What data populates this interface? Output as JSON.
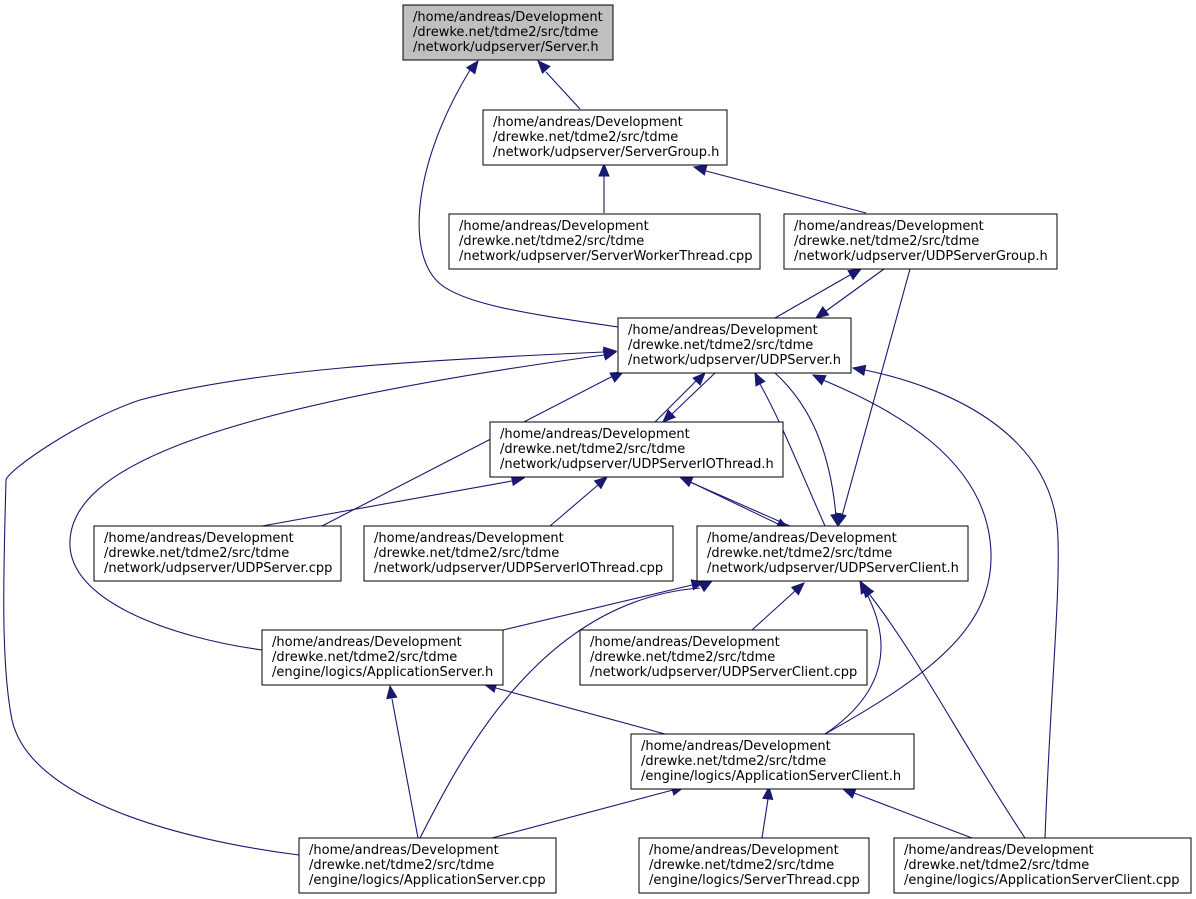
{
  "nodes": [
    {
      "id": "server_h",
      "current": true,
      "lines": [
        "/home/andreas/Development",
        "/drewke.net/tdme2/src/tdme",
        "/network/udpserver/Server.h"
      ]
    },
    {
      "id": "servergroup_h",
      "lines": [
        "/home/andreas/Development",
        "/drewke.net/tdme2/src/tdme",
        "/network/udpserver/ServerGroup.h"
      ]
    },
    {
      "id": "serverworkerthread_cpp",
      "lines": [
        "/home/andreas/Development",
        "/drewke.net/tdme2/src/tdme",
        "/network/udpserver/ServerWorkerThread.cpp"
      ]
    },
    {
      "id": "udpservergroup_h",
      "lines": [
        "/home/andreas/Development",
        "/drewke.net/tdme2/src/tdme",
        "/network/udpserver/UDPServerGroup.h"
      ]
    },
    {
      "id": "udpserver_h",
      "lines": [
        "/home/andreas/Development",
        "/drewke.net/tdme2/src/tdme",
        "/network/udpserver/UDPServer.h"
      ]
    },
    {
      "id": "udpserveriothread_h",
      "lines": [
        "/home/andreas/Development",
        "/drewke.net/tdme2/src/tdme",
        "/network/udpserver/UDPServerIOThread.h"
      ]
    },
    {
      "id": "udpserver_cpp",
      "lines": [
        "/home/andreas/Development",
        "/drewke.net/tdme2/src/tdme",
        "/network/udpserver/UDPServer.cpp"
      ]
    },
    {
      "id": "udpserveriothread_cpp",
      "lines": [
        "/home/andreas/Development",
        "/drewke.net/tdme2/src/tdme",
        "/network/udpserver/UDPServerIOThread.cpp"
      ]
    },
    {
      "id": "udpserverclient_h",
      "lines": [
        "/home/andreas/Development",
        "/drewke.net/tdme2/src/tdme",
        "/network/udpserver/UDPServerClient.h"
      ]
    },
    {
      "id": "applicationserver_h",
      "lines": [
        "/home/andreas/Development",
        "/drewke.net/tdme2/src/tdme",
        "/engine/logics/ApplicationServer.h"
      ]
    },
    {
      "id": "udpserverclient_cpp",
      "lines": [
        "/home/andreas/Development",
        "/drewke.net/tdme2/src/tdme",
        "/network/udpserver/UDPServerClient.cpp"
      ]
    },
    {
      "id": "applicationserverclient_h",
      "lines": [
        "/home/andreas/Development",
        "/drewke.net/tdme2/src/tdme",
        "/engine/logics/ApplicationServerClient.h"
      ]
    },
    {
      "id": "applicationserver_cpp",
      "lines": [
        "/home/andreas/Development",
        "/drewke.net/tdme2/src/tdme",
        "/engine/logics/ApplicationServer.cpp"
      ]
    },
    {
      "id": "serverthread_cpp",
      "lines": [
        "/home/andreas/Development",
        "/drewke.net/tdme2/src/tdme",
        "/engine/logics/ServerThread.cpp"
      ]
    },
    {
      "id": "applicationserverclient_cpp",
      "lines": [
        "/home/andreas/Development",
        "/drewke.net/tdme2/src/tdme",
        "/engine/logics/ApplicationServerClient.cpp"
      ]
    }
  ],
  "edges": [
    {
      "from": "servergroup_h",
      "to": "server_h"
    },
    {
      "from": "udpserver_h",
      "to": "server_h"
    },
    {
      "from": "serverworkerthread_cpp",
      "to": "servergroup_h"
    },
    {
      "from": "udpservergroup_h",
      "to": "servergroup_h"
    },
    {
      "from": "udpserver_h",
      "to": "udpservergroup_h"
    },
    {
      "from": "udpservergroup_h",
      "to": "udpserver_h"
    },
    {
      "from": "udpservergroup_h",
      "to": "udpserverclient_h"
    },
    {
      "from": "udpserveriothread_h",
      "to": "udpserver_h"
    },
    {
      "from": "udpserver_h",
      "to": "udpserveriothread_h"
    },
    {
      "from": "udpserver_cpp",
      "to": "udpserver_h"
    },
    {
      "from": "udpserverclient_h",
      "to": "udpserver_h"
    },
    {
      "from": "udpserver_h",
      "to": "udpserverclient_h"
    },
    {
      "from": "applicationserver_h",
      "to": "udpserver_h"
    },
    {
      "from": "applicationserverclient_h",
      "to": "udpserver_h"
    },
    {
      "from": "applicationserver_cpp",
      "to": "udpserver_h"
    },
    {
      "from": "applicationserverclient_cpp",
      "to": "udpserver_h"
    },
    {
      "from": "udpserver_cpp",
      "to": "udpserveriothread_h"
    },
    {
      "from": "udpserveriothread_cpp",
      "to": "udpserveriothread_h"
    },
    {
      "from": "udpserverclient_h",
      "to": "udpserveriothread_h"
    },
    {
      "from": "udpserveriothread_h",
      "to": "udpserverclient_h"
    },
    {
      "from": "udpserverclient_cpp",
      "to": "udpserverclient_h"
    },
    {
      "from": "applicationserver_h",
      "to": "udpserverclient_h"
    },
    {
      "from": "applicationserverclient_h",
      "to": "udpserverclient_h"
    },
    {
      "from": "applicationserver_cpp",
      "to": "udpserverclient_h"
    },
    {
      "from": "applicationserverclient_cpp",
      "to": "udpserverclient_h"
    },
    {
      "from": "applicationserverclient_h",
      "to": "applicationserver_h"
    },
    {
      "from": "applicationserver_cpp",
      "to": "applicationserver_h"
    },
    {
      "from": "applicationserver_cpp",
      "to": "applicationserverclient_h"
    },
    {
      "from": "serverthread_cpp",
      "to": "applicationserverclient_h"
    },
    {
      "from": "applicationserverclient_cpp",
      "to": "applicationserverclient_h"
    }
  ]
}
